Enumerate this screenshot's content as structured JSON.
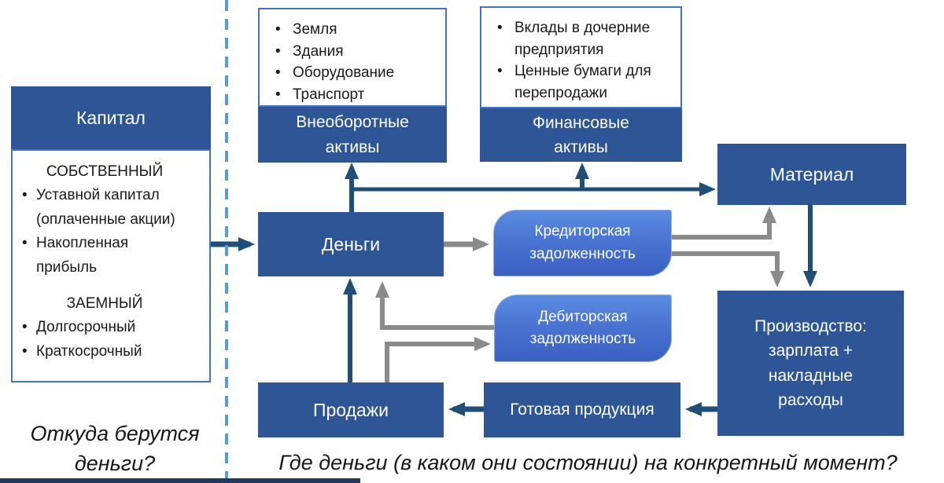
{
  "capital": {
    "title": "Капитал",
    "own_title": "СОБСТВЕННЫЙ",
    "own_items": [
      "Уставной капитал (оплаченные акции)",
      "Накопленная прибыль"
    ],
    "borrowed_title": "ЗАЕМНЫЙ",
    "borrowed_items": [
      "Долгосрочный",
      "Краткосрочный"
    ]
  },
  "noncurrent_assets": {
    "items": [
      "Земля",
      "Здания",
      "Оборудование",
      "Транспорт"
    ],
    "label": "Внеоборотные активы"
  },
  "financial_assets": {
    "items": [
      "Вклады в дочерние предприятия",
      "Ценные бумаги для перепродажи"
    ],
    "label": "Финансовые активы"
  },
  "nodes": {
    "money": "Деньги",
    "material": "Материал",
    "creditor": "Кредиторская задолженность",
    "debtor": "Дебиторская задолженность",
    "production": "Производство: зарплата + накладные расходы",
    "sales": "Продажи",
    "finished_goods": "Готовая продукция"
  },
  "captions": {
    "left": "Откуда берутся деньги?",
    "bottom": "Где деньги (в каком они состоянии)  на конкретный момент?"
  },
  "colors": {
    "box_blue": "#2E5696",
    "border_blue": "#4472C4",
    "arrow_navy": "#1F4E79",
    "arrow_gray": "#8A8A8A",
    "gradient_top": "#5C8CE2",
    "gradient_bottom": "#3A60C2",
    "divider_blue": "#5B9BD5",
    "bottom_strip": "#223A5F"
  }
}
